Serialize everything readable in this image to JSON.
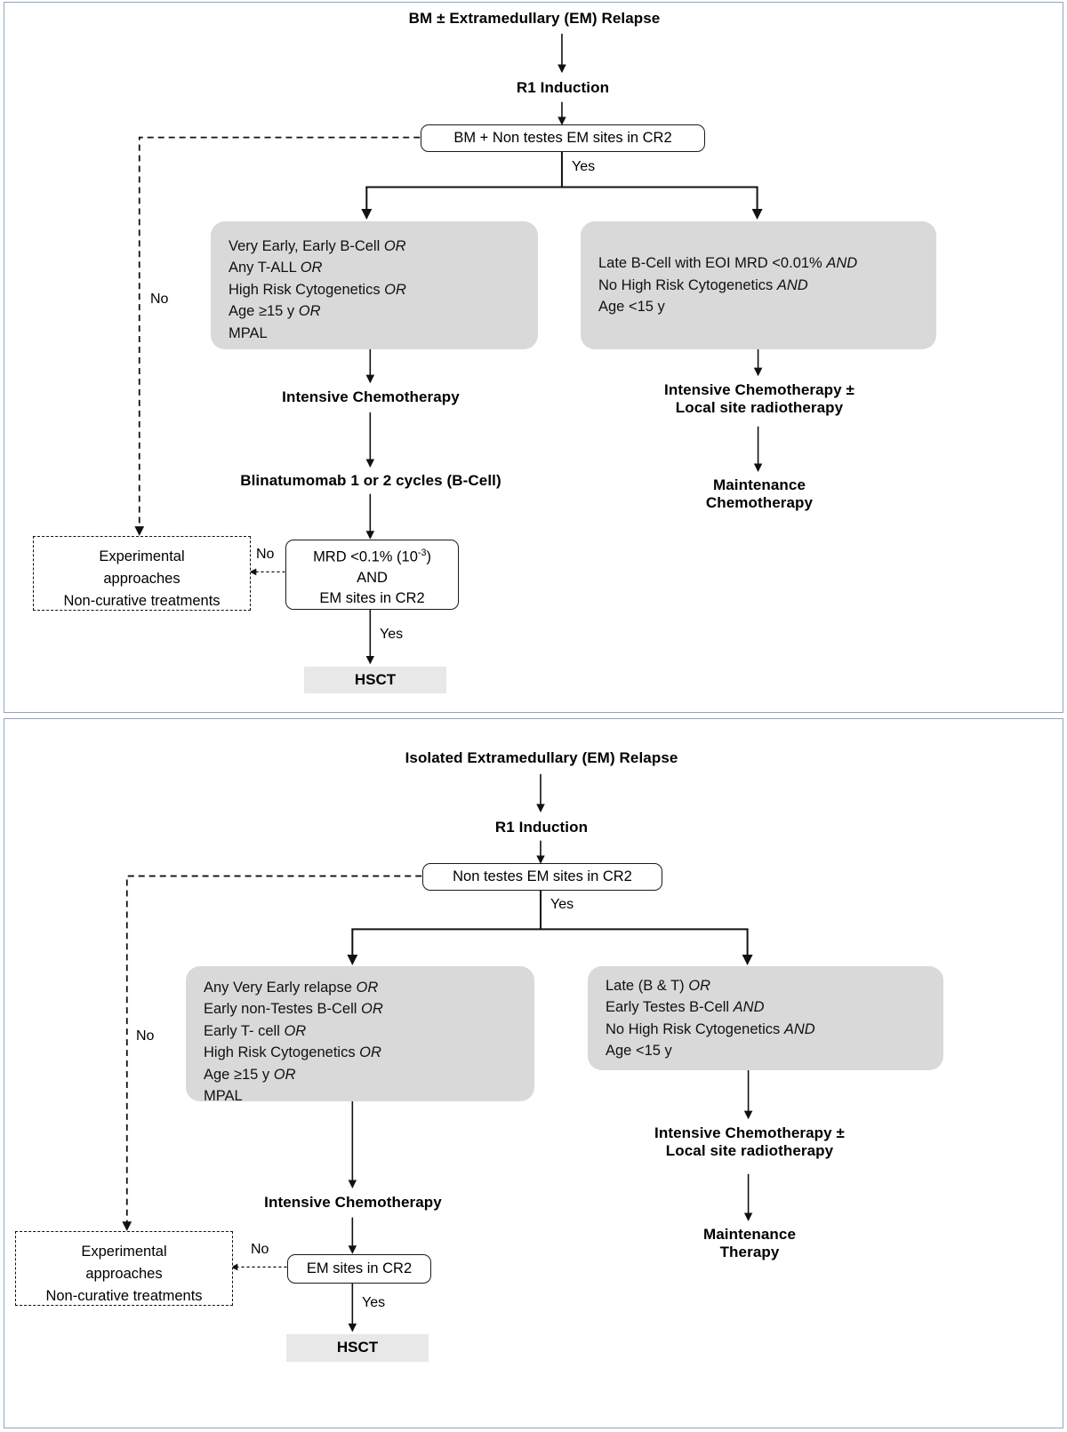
{
  "colors": {
    "panel_border": "#8fa4c4",
    "criteria_fill": "#d9d9d9",
    "terminal_fill": "#e8e8e8",
    "line": "#111111"
  },
  "panels": [
    {
      "id": "bm-em-relapse",
      "title": "BM ± Extramedullary (EM) Relapse",
      "induction": "R1 Induction",
      "decision_top": "BM + Non testes EM sites in CR2",
      "yes_label": "Yes",
      "no_label": "No",
      "criteria_left": [
        {
          "text": "Very Early, Early B-Cell ",
          "op": "OR"
        },
        {
          "text": "Any T-ALL ",
          "op": "OR"
        },
        {
          "text": "High Risk Cytogenetics ",
          "op": "OR"
        },
        {
          "text": "Age ≥15 y ",
          "op": "OR"
        },
        {
          "text": "MPAL",
          "op": ""
        }
      ],
      "criteria_right": [
        {
          "text": "Late B-Cell with EOI MRD <0.01% ",
          "op": "AND"
        },
        {
          "text": "No High Risk Cytogenetics ",
          "op": "AND"
        },
        {
          "text": "Age <15 y",
          "op": ""
        }
      ],
      "left_step1": "Intensive Chemotherapy",
      "left_step2": "Blinatumomab 1 or 2 cycles (B-Cell)",
      "left_decision": [
        "MRD <0.1% (10",
        "-3",
        ")",
        "AND",
        "EM sites in CR2"
      ],
      "left_decision_lines": [
        "MRD <0.1% (10-3)",
        "AND",
        "EM sites in CR2"
      ],
      "experimental": [
        "Experimental",
        "approaches",
        "Non-curative treatments"
      ],
      "experimental_no_label": "No",
      "left_yes_label": "Yes",
      "terminal": "HSCT",
      "right_step1": [
        "Intensive Chemotherapy ±",
        "Local site radiotherapy"
      ],
      "right_step2": [
        "Maintenance",
        "Chemotherapy"
      ]
    },
    {
      "id": "isolated-em-relapse",
      "title": "Isolated Extramedullary (EM) Relapse",
      "induction": "R1 Induction",
      "decision_top": "Non testes EM sites in CR2",
      "yes_label": "Yes",
      "no_label": "No",
      "criteria_left": [
        {
          "text": "Any Very Early relapse ",
          "op": "OR"
        },
        {
          "text": "Early non-Testes B-Cell ",
          "op": "OR"
        },
        {
          "text": "Early T- cell ",
          "op": "OR"
        },
        {
          "text": "High Risk Cytogenetics ",
          "op": "OR"
        },
        {
          "text": "Age ≥15 y ",
          "op": "OR"
        },
        {
          "text": "MPAL",
          "op": ""
        }
      ],
      "criteria_right": [
        {
          "text": "Late (B & T) ",
          "op": "OR"
        },
        {
          "text": "Early Testes B-Cell ",
          "op": "AND"
        },
        {
          "text": "No High Risk Cytogenetics ",
          "op": "AND"
        },
        {
          "text": "Age <15 y",
          "op": ""
        }
      ],
      "left_step1": "Intensive Chemotherapy",
      "left_decision_lines": [
        "EM sites in CR2"
      ],
      "experimental": [
        "Experimental",
        "approaches",
        "Non-curative treatments"
      ],
      "experimental_no_label": "No",
      "left_yes_label": "Yes",
      "terminal": "HSCT",
      "right_step1": [
        "Intensive Chemotherapy ±",
        "Local site radiotherapy"
      ],
      "right_step2": [
        "Maintenance",
        "Therapy"
      ]
    }
  ]
}
